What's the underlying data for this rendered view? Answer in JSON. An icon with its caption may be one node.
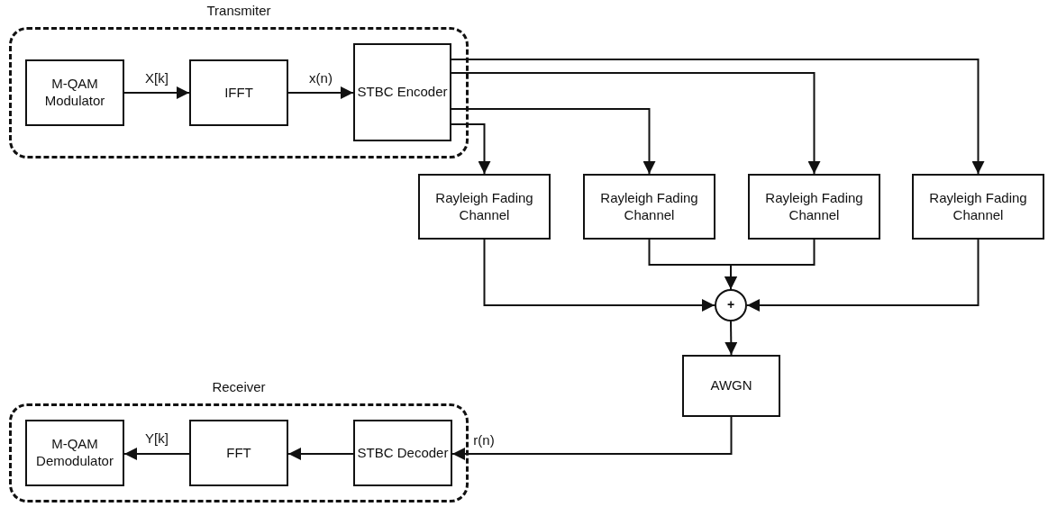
{
  "diagram": {
    "nodes": [
      {
        "text": [
          "Transmiter"
        ]
      },
      {
        "text": [
          "M-QAM Modulator"
        ],
        "in": 0
      },
      {
        "text": [
          "IFFT"
        ],
        "in": 0
      },
      {
        "text": [
          "STBC Encoder"
        ],
        "in": 0
      },
      {
        "text": [
          "Rayleigh Fading Channel"
        ]
      },
      {
        "text": [
          "Rayleigh Fading Channel"
        ]
      },
      {
        "text": [
          "Rayleigh Fading Channel"
        ]
      },
      {
        "text": [
          "Rayleigh Fading Channel"
        ]
      },
      {
        "text": [
          "+"
        ]
      },
      {
        "text": [
          "AWGN"
        ]
      },
      {
        "text": [
          "Receiver"
        ]
      },
      {
        "text": [
          "STBC Decoder"
        ],
        "in": 10
      },
      {
        "text": [
          "FFT"
        ],
        "in": 10
      },
      {
        "text": [
          "M-QAM Demodulator"
        ],
        "in": 10
      }
    ],
    "edges": [
      {
        "from": 1,
        "to": 2,
        "arrow": "to",
        "label": "X[k]"
      },
      {
        "from": 2,
        "to": 3,
        "arrow": "to",
        "label": "x(n)"
      },
      {
        "from": 3,
        "to": 4,
        "arrow": "to"
      },
      {
        "from": 3,
        "to": 5,
        "arrow": "to"
      },
      {
        "from": 3,
        "to": 6,
        "arrow": "to"
      },
      {
        "from": 3,
        "to": 7,
        "arrow": "to"
      },
      {
        "from": 4,
        "to": 8,
        "arrow": "to"
      },
      {
        "from": 5,
        "to": 8,
        "arrow": "to"
      },
      {
        "from": 6,
        "to": 8,
        "arrow": "to"
      },
      {
        "from": 7,
        "to": 8,
        "arrow": "to"
      },
      {
        "from": 8,
        "to": 9,
        "arrow": "to"
      },
      {
        "from": 9,
        "to": 11,
        "arrow": "to",
        "label": "r(n)"
      },
      {
        "from": 11,
        "to": 12,
        "arrow": "to"
      },
      {
        "from": 12,
        "to": 13,
        "arrow": "to",
        "label": "Y[k]"
      }
    ]
  }
}
